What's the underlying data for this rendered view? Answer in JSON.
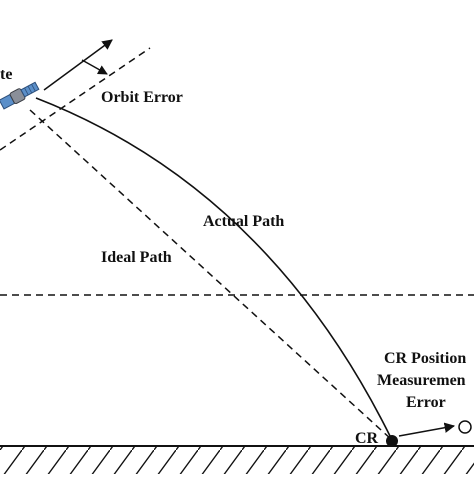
{
  "labels": {
    "satellite_partial": "te",
    "orbit_error": "Orbit Error",
    "actual_path": "Actual Path",
    "ideal_path": "Ideal Path",
    "cr": "CR",
    "cr_error_line1": "CR Position",
    "cr_error_line2": "Measuremen",
    "cr_error_line3": "Error"
  },
  "icons": {
    "satellite": "satellite-icon",
    "corner_reflector": "filled-circle",
    "measured_position": "hollow-circle"
  },
  "colors": {
    "ink": "#111111",
    "satellite_panel": "#5b8fc9",
    "satellite_body": "#8a8f99",
    "background": "#ffffff"
  }
}
